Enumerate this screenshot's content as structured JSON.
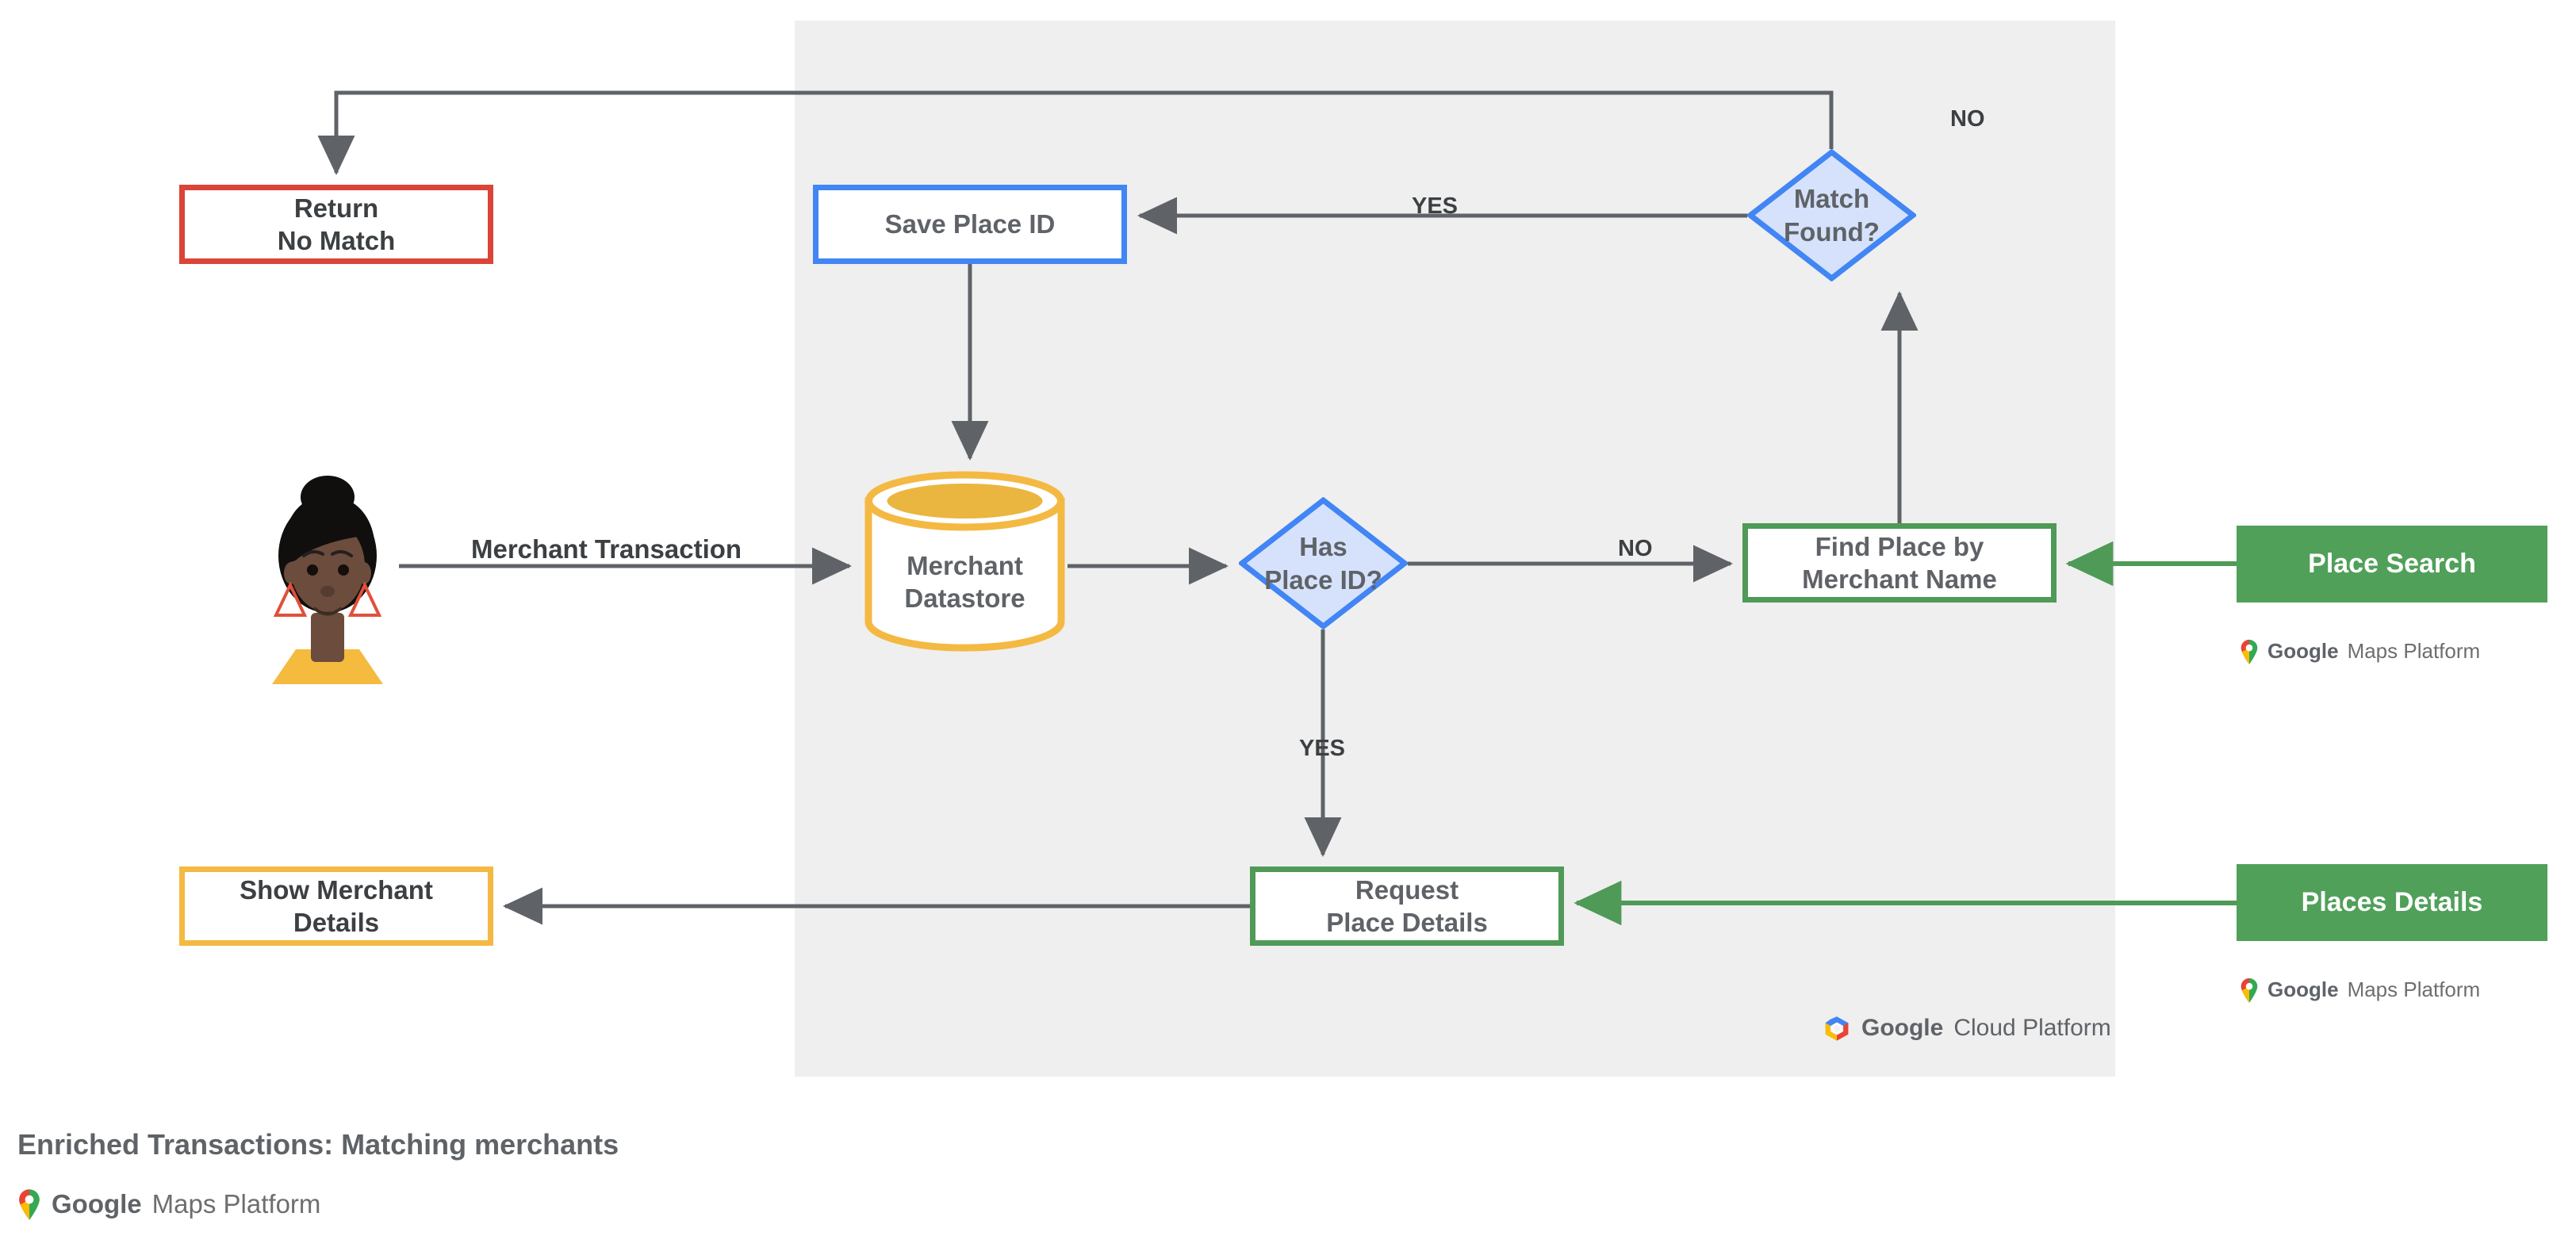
{
  "diagram": {
    "caption": "Enriched Transactions: Matching merchants",
    "attribution": {
      "bold": "Google",
      "regular": "Maps Platform",
      "icon": "google-maps-pin-icon"
    },
    "platform_panel": {
      "logo_bold": "Google",
      "logo_regular": "Cloud Platform",
      "icon": "google-cloud-hexagon-icon",
      "background_color": "#efefef"
    },
    "actor": {
      "name": "merchant-customer-avatar",
      "icon": "person-avatar-icon"
    },
    "nodes": [
      {
        "id": "return-no-match",
        "label": "Return\nNo Match",
        "shape": "rectangle",
        "border_color": "#db4437",
        "fill_color": "#ffffff"
      },
      {
        "id": "save-place-id",
        "label": "Save Place ID",
        "shape": "rectangle",
        "border_color": "#4285f4",
        "fill_color": "#ffffff"
      },
      {
        "id": "merchant-datastore",
        "label": "Merchant\nDatastore",
        "shape": "cylinder",
        "border_color": "#f4b942",
        "fill_color": "#ffffff"
      },
      {
        "id": "has-place-id",
        "label": "Has\nPlace ID?",
        "shape": "diamond",
        "border_color": "#4285f4",
        "fill_color": "#d6e2fb"
      },
      {
        "id": "find-place-by-merchant-name",
        "label": "Find Place by\nMerchant Name",
        "shape": "rectangle",
        "border_color": "#4f9a57",
        "fill_color": "#ffffff"
      },
      {
        "id": "match-found",
        "label": "Match\nFound?",
        "shape": "diamond",
        "border_color": "#4285f4",
        "fill_color": "#d6e2fb"
      },
      {
        "id": "request-place-details",
        "label": "Request\nPlace Details",
        "shape": "rectangle",
        "border_color": "#4f9a57",
        "fill_color": "#ffffff"
      },
      {
        "id": "show-merchant-details",
        "label": "Show Merchant\nDetails",
        "shape": "rectangle",
        "border_color": "#f4b942",
        "fill_color": "#ffffff"
      }
    ],
    "product_chips": [
      {
        "id": "place-search",
        "label": "Place Search",
        "fill_color": "#50a05a",
        "text_color": "#ffffff",
        "attribution_bold": "Google",
        "attribution_regular": "Maps Platform"
      },
      {
        "id": "places-details",
        "label": "Places Details",
        "fill_color": "#50a05a",
        "text_color": "#ffffff",
        "attribution_bold": "Google",
        "attribution_regular": "Maps Platform"
      }
    ],
    "edges": [
      {
        "id": "actor-to-datastore",
        "label": "Merchant Transaction",
        "color": "#5f6368"
      },
      {
        "id": "datastore-to-has-place-id",
        "label": "",
        "color": "#5f6368"
      },
      {
        "id": "has-place-id-no",
        "label": "NO",
        "color": "#5f6368"
      },
      {
        "id": "has-place-id-yes",
        "label": "YES",
        "color": "#5f6368"
      },
      {
        "id": "find-place-to-match-found",
        "label": "",
        "color": "#5f6368"
      },
      {
        "id": "match-found-yes",
        "label": "YES",
        "color": "#5f6368"
      },
      {
        "id": "match-found-no",
        "label": "NO",
        "color": "#5f6368"
      },
      {
        "id": "save-place-id-to-datastore",
        "label": "",
        "color": "#5f6368"
      },
      {
        "id": "request-details-to-show-details",
        "label": "",
        "color": "#5f6368"
      },
      {
        "id": "place-search-to-find-place",
        "label": "",
        "color": "#4f9a57"
      },
      {
        "id": "places-details-to-request-details",
        "label": "",
        "color": "#4f9a57"
      }
    ]
  }
}
